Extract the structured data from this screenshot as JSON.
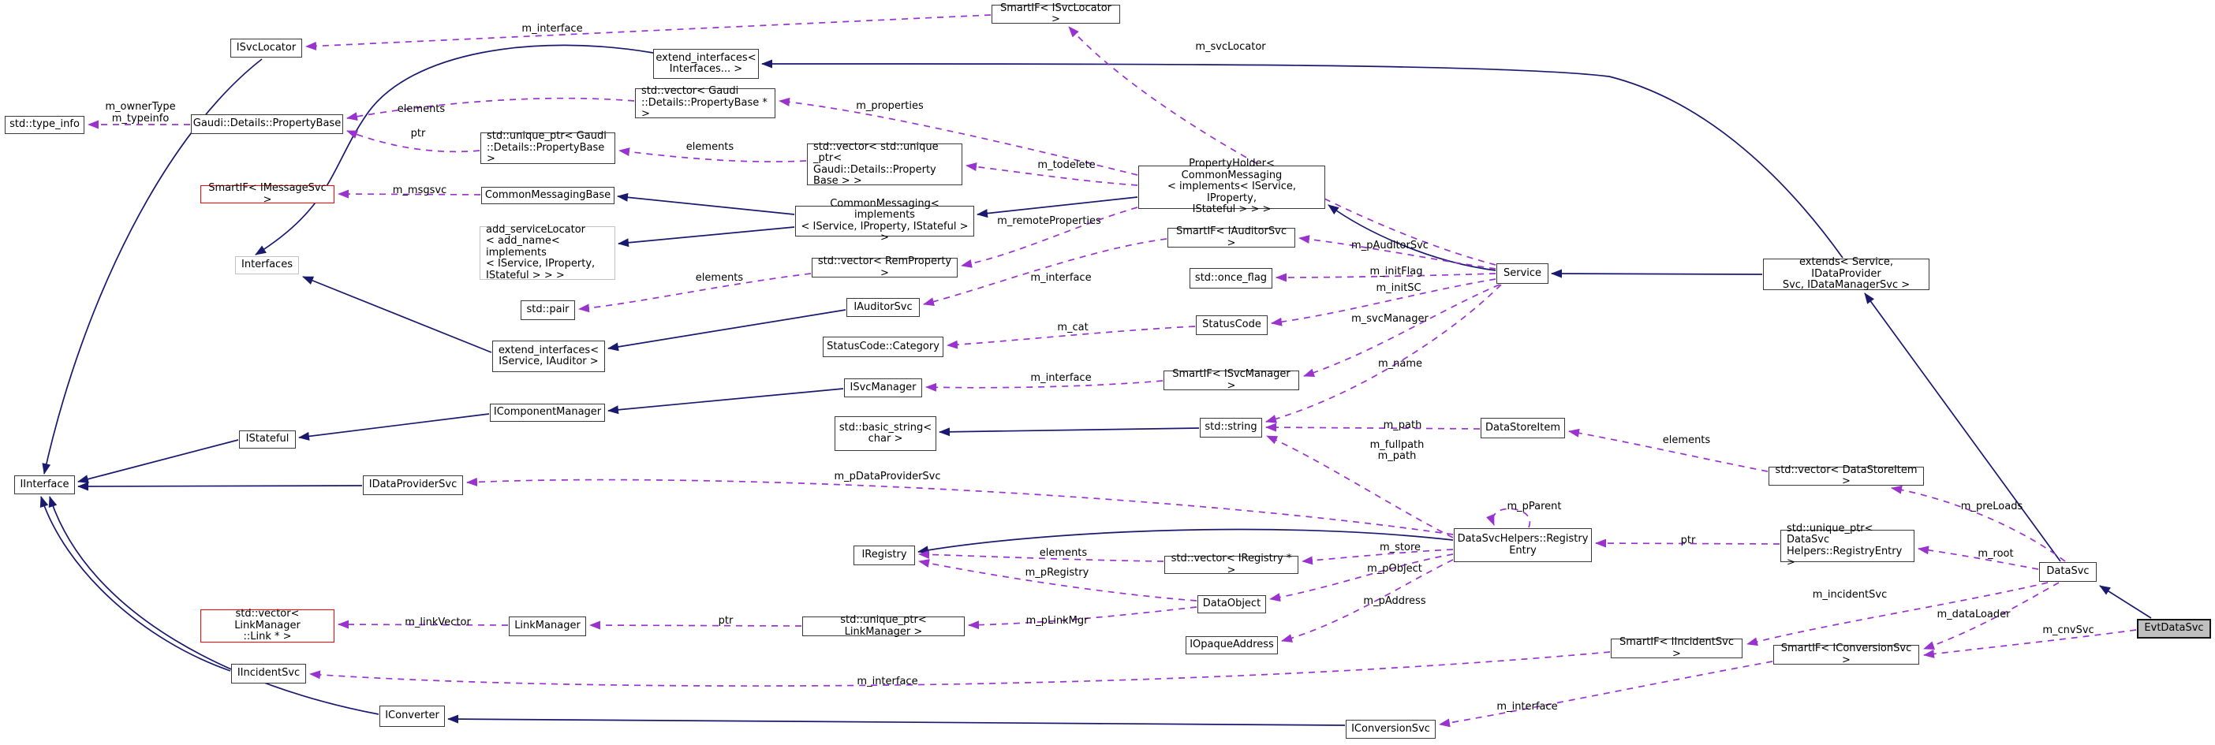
{
  "diagram": {
    "type": "doxygen-collaboration-graph",
    "subject": "EvtDataSvc",
    "colors": {
      "inheritance_edge": "#191970",
      "usage_edge": "#9a32cd",
      "node_border": "#3a3a3a",
      "truncated_node_border": "#ff0000",
      "template_node_border": "#c3c3c3",
      "subject_fill": "#bfbfbf",
      "background": "#ffffff"
    },
    "nodes": [
      {
        "id": "smartif-isvclocator",
        "label": "SmartIF< ISvcLocator >"
      },
      {
        "id": "isvclocator",
        "label": "ISvcLocator"
      },
      {
        "id": "extend-interfaces-pack",
        "label": "extend_interfaces<\nInterfaces... >"
      },
      {
        "id": "std-vector-propertybase-ptr",
        "label": "std::vector< Gaudi\n::Details::PropertyBase * >"
      },
      {
        "id": "std-type-info",
        "label": "std::type_info"
      },
      {
        "id": "gaudi-details-propertybase",
        "label": "Gaudi::Details::PropertyBase"
      },
      {
        "id": "std-unique-ptr-propertybase",
        "label": "std::unique_ptr< Gaudi\n::Details::PropertyBase >"
      },
      {
        "id": "std-vector-unique-ptr-propertybase",
        "label": "std::vector< std::unique\n_ptr< Gaudi::Details::Property\nBase > >"
      },
      {
        "id": "propertyholder",
        "label": "PropertyHolder< CommonMessaging\n< implements< IService, IProperty,\nIStateful > > >"
      },
      {
        "id": "smartif-imessagesvc",
        "label": "SmartIF< IMessageSvc >"
      },
      {
        "id": "commonmessagingbase",
        "label": "CommonMessagingBase"
      },
      {
        "id": "commonmessaging",
        "label": "CommonMessaging< implements\n< IService, IProperty, IStateful > >"
      },
      {
        "id": "add-servicelocator",
        "label": "add_serviceLocator\n< add_name< implements\n< IService, IProperty,\nIStateful > > >"
      },
      {
        "id": "smartif-iauditorsvc",
        "label": "SmartIF< IAuditorSvc >"
      },
      {
        "id": "interfaces",
        "label": "Interfaces"
      },
      {
        "id": "std-vector-remproperty",
        "label": "std::vector< RemProperty >"
      },
      {
        "id": "std-once-flag",
        "label": "std::once_flag"
      },
      {
        "id": "service",
        "label": "Service"
      },
      {
        "id": "extends-service",
        "label": "extends< Service, IDataProvider\nSvc, IDataManagerSvc >"
      },
      {
        "id": "iauditorsvc",
        "label": "IAuditorSvc"
      },
      {
        "id": "std-pair",
        "label": "std::pair"
      },
      {
        "id": "statuscode",
        "label": "StatusCode"
      },
      {
        "id": "statuscode-category",
        "label": "StatusCode::Category"
      },
      {
        "id": "extend-interfaces-iservice-iauditor",
        "label": "extend_interfaces<\nIService, IAuditor >"
      },
      {
        "id": "smartif-isvcmanager",
        "label": "SmartIF< ISvcManager >"
      },
      {
        "id": "isvcmanager",
        "label": "ISvcManager"
      },
      {
        "id": "icomponentmanager",
        "label": "IComponentManager"
      },
      {
        "id": "istateful",
        "label": "IStateful"
      },
      {
        "id": "std-basic-string",
        "label": "std::basic_string<\nchar >"
      },
      {
        "id": "std-string",
        "label": "std::string"
      },
      {
        "id": "datastoreitem",
        "label": "DataStoreItem"
      },
      {
        "id": "std-vector-datastoreitem",
        "label": "std::vector< DataStoreItem >"
      },
      {
        "id": "iinterface",
        "label": "IInterface"
      },
      {
        "id": "idataprovidersvc",
        "label": "IDataProviderSvc"
      },
      {
        "id": "registryentry",
        "label": "DataSvcHelpers::Registry\nEntry"
      },
      {
        "id": "std-unique-ptr-registryentry",
        "label": "std::unique_ptr< DataSvc\nHelpers::RegistryEntry >"
      },
      {
        "id": "iregistry",
        "label": "IRegistry"
      },
      {
        "id": "std-vector-iregistry",
        "label": "std::vector< IRegistry * >"
      },
      {
        "id": "datasvc",
        "label": "DataSvc"
      },
      {
        "id": "dataobject",
        "label": "DataObject"
      },
      {
        "id": "std-vector-linkmanager-link",
        "label": "std::vector< LinkManager\n::Link * >"
      },
      {
        "id": "linkmanager",
        "label": "LinkManager"
      },
      {
        "id": "std-unique-ptr-linkmanager",
        "label": "std::unique_ptr< LinkManager >"
      },
      {
        "id": "evtdatasvc",
        "label": "EvtDataSvc"
      },
      {
        "id": "iopaqueaddress",
        "label": "IOpaqueAddress"
      },
      {
        "id": "smartif-iincidentsvc",
        "label": "SmartIF< IIncidentSvc >"
      },
      {
        "id": "smartif-iconversionsvc",
        "label": "SmartIF< IConversionSvc >"
      },
      {
        "id": "iincidentsvc",
        "label": "IIncidentSvc"
      },
      {
        "id": "iconverter",
        "label": "IConverter"
      },
      {
        "id": "iconversionsvc",
        "label": "IConversionSvc"
      }
    ],
    "edge_labels": [
      {
        "text": "m_interface"
      },
      {
        "text": "m_svcLocator"
      },
      {
        "text": "m_ownerType"
      },
      {
        "text": "m_typeinfo"
      },
      {
        "text": "elements"
      },
      {
        "text": "m_properties"
      },
      {
        "text": "ptr"
      },
      {
        "text": "elements"
      },
      {
        "text": "m_todelete"
      },
      {
        "text": "m_msgsvc"
      },
      {
        "text": "m_remoteProperties"
      },
      {
        "text": "elements"
      },
      {
        "text": "m_interface"
      },
      {
        "text": "m_pAuditorSvc"
      },
      {
        "text": "m_initFlag"
      },
      {
        "text": "m_initSC"
      },
      {
        "text": "m_cat"
      },
      {
        "text": "m_svcManager"
      },
      {
        "text": "m_interface"
      },
      {
        "text": "m_name"
      },
      {
        "text": "m_path"
      },
      {
        "text": "m_fullpath"
      },
      {
        "text": "m_path"
      },
      {
        "text": "elements"
      },
      {
        "text": "m_preLoads"
      },
      {
        "text": "m_pParent"
      },
      {
        "text": "ptr"
      },
      {
        "text": "m_root"
      },
      {
        "text": "m_pDataProviderSvc"
      },
      {
        "text": "elements"
      },
      {
        "text": "m_store"
      },
      {
        "text": "m_pRegistry"
      },
      {
        "text": "m_pObject"
      },
      {
        "text": "m_pAddress"
      },
      {
        "text": "m_pLinkMgr"
      },
      {
        "text": "ptr"
      },
      {
        "text": "m_linkVector"
      },
      {
        "text": "m_incidentSvc"
      },
      {
        "text": "m_dataLoader"
      },
      {
        "text": "m_cnvSvc"
      },
      {
        "text": "m_interface"
      },
      {
        "text": "m_interface"
      }
    ]
  }
}
